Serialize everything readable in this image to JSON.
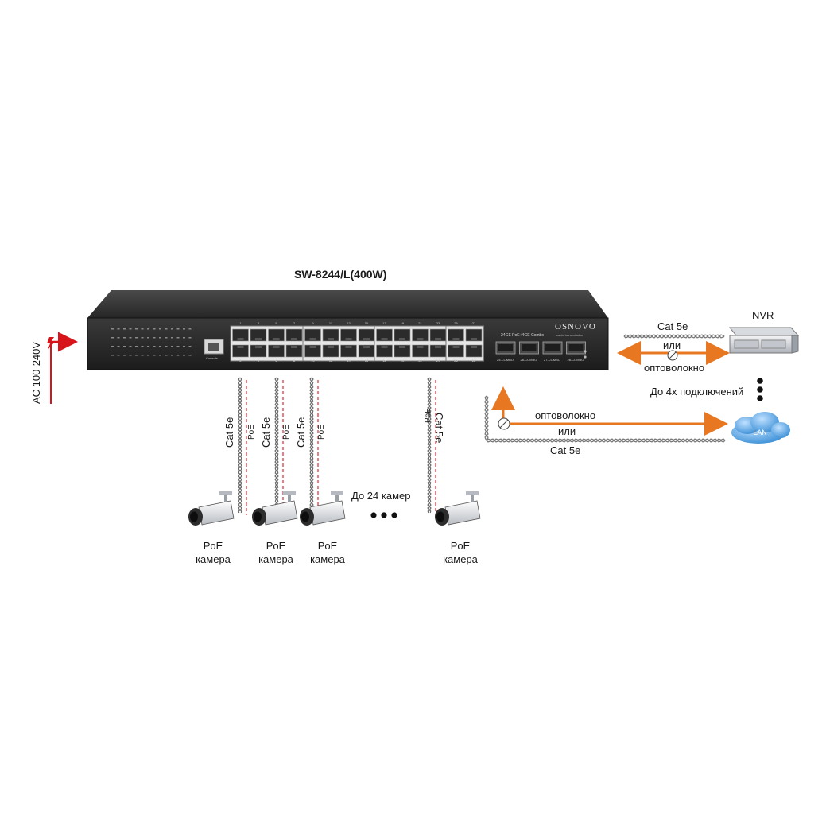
{
  "device": {
    "model": "SW-8244/L(400W)",
    "brand": "OSNOVO",
    "brand_tagline": "cable transmission",
    "panel_caption": "24GE PoE+4GE Combo",
    "console_label": "Console",
    "combo_labels": [
      "25-COMBO",
      "26-COMBO",
      "27-COMBO",
      "28-COMBO"
    ],
    "top_port_numbers": [
      "1",
      "3",
      "5",
      "7",
      "9",
      "11",
      "13",
      "15",
      "17",
      "19",
      "21",
      "23",
      "25",
      "27"
    ],
    "bottom_port_numbers": [
      "2",
      "4",
      "6",
      "8",
      "10",
      "12",
      "14",
      "16",
      "18",
      "20",
      "22",
      "24",
      "26",
      "28"
    ]
  },
  "power": {
    "label": "AC 100-240V"
  },
  "uplink_nvr": {
    "cable": "Cat 5e",
    "or": "или",
    "fiber": "оптоволокно",
    "device": "NVR",
    "more": "До 4х подключений"
  },
  "uplink_lan": {
    "fiber": "оптоволокно",
    "or": "или",
    "cable": "Cat 5e",
    "cloud": "LAN"
  },
  "camera_links": {
    "cable": "Cat 5e",
    "poe": "PoE",
    "count_note": "До  24 камер"
  },
  "cameras": [
    {
      "line1": "PoE",
      "line2": "камера"
    },
    {
      "line1": "PoE",
      "line2": "камера"
    },
    {
      "line1": "PoE",
      "line2": "камера"
    },
    {
      "line1": "PoE",
      "line2": "камера"
    }
  ],
  "colors": {
    "fiber_orange": "#e87722",
    "power_red": "#d8141b",
    "poe_red": "#d8141b",
    "switch_body": "#2a2a2a",
    "cloud_blue": "#3a8fd6"
  }
}
